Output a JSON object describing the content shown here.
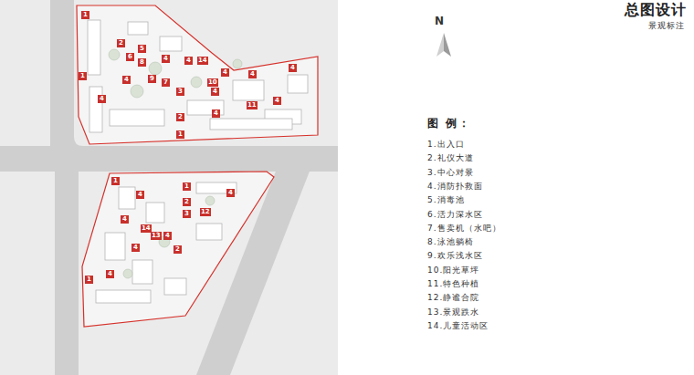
{
  "diagram": {
    "title": "总图设计",
    "labels": [
      "景观标注",
      "N",
      "图 例：",
      "1",
      "2",
      "5",
      "6",
      "8",
      "4",
      "4",
      "14",
      "1",
      "4",
      "9",
      "7",
      "10",
      "4",
      "4",
      "4",
      "4",
      "3",
      "4",
      "11",
      "4",
      "2",
      "4",
      "1",
      "1",
      "4",
      "1",
      "4",
      "2",
      "3",
      "12",
      "4",
      "14",
      "13",
      "4",
      "4",
      "2",
      "4",
      "1"
    ],
    "legend": [
      {
        "text": "1.出入口"
      },
      {
        "text": "2.礼仪大道"
      },
      {
        "text": "3.中心对景"
      },
      {
        "text": "4.消防扑救面"
      },
      {
        "text": "5.消毒池"
      },
      {
        "text": "6.活力深水区"
      },
      {
        "text": "7.售卖机（水吧）"
      },
      {
        "text": "8.泳池躺椅"
      },
      {
        "text": "9.欢乐浅水区"
      },
      {
        "text": "10.阳光草坪"
      },
      {
        "text": "11.特色种植"
      },
      {
        "text": "12.静谧合院"
      },
      {
        "text": "13.景观跌水"
      },
      {
        "text": "14.儿童活动区"
      }
    ]
  }
}
